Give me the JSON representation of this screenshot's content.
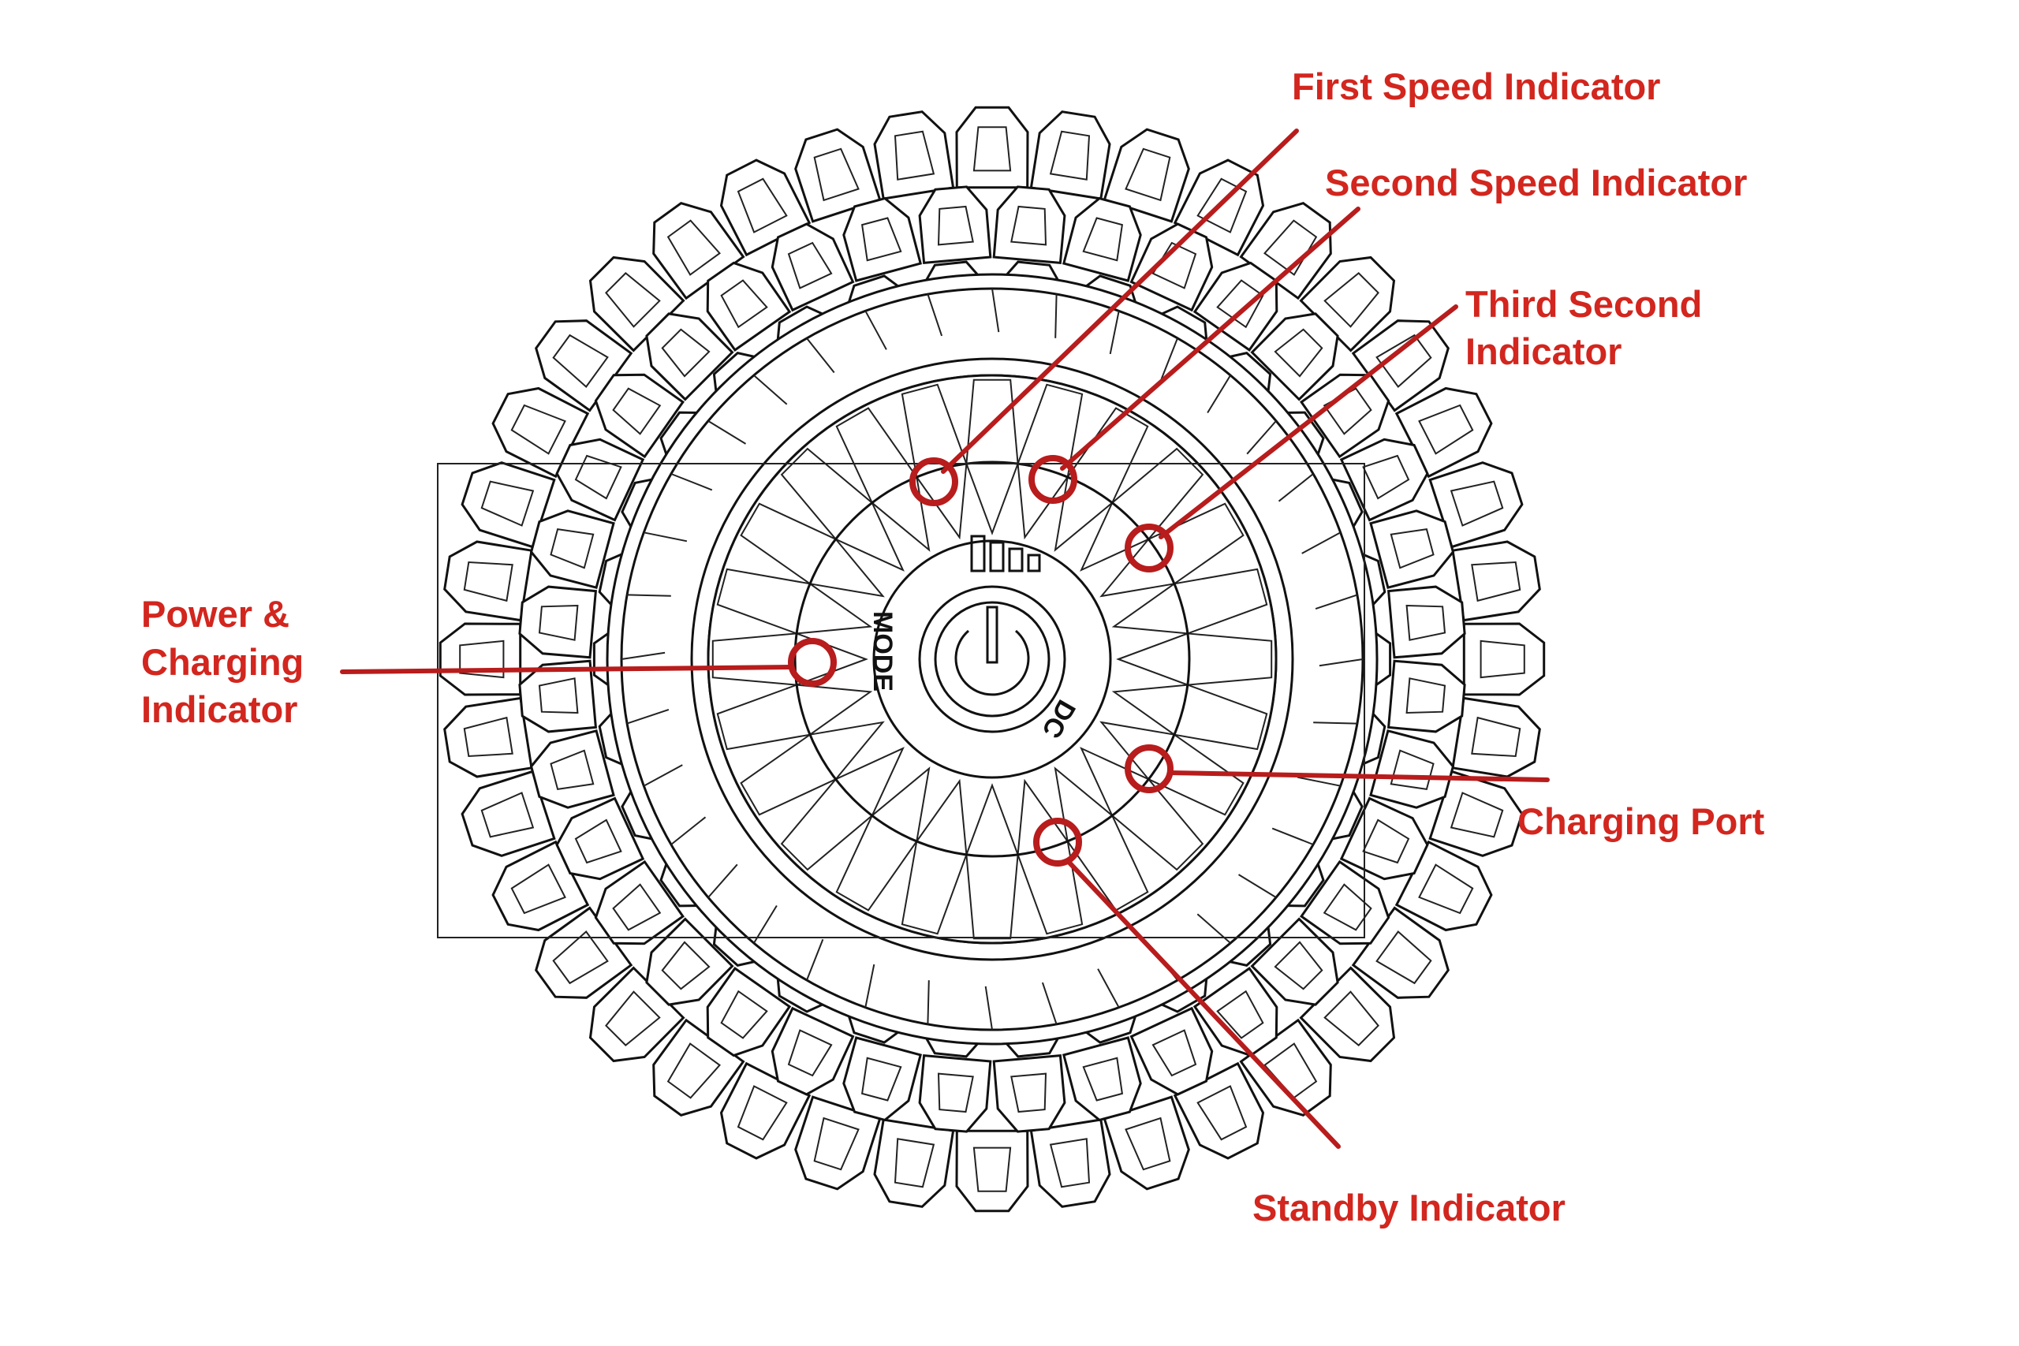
{
  "diagram": {
    "device_markings": {
      "mode": "MODE",
      "dc": "DC"
    },
    "callouts": [
      {
        "id": "first-speed",
        "lines": [
          "First Speed Indicator"
        ]
      },
      {
        "id": "second-speed",
        "lines": [
          "Second Speed Indicator"
        ]
      },
      {
        "id": "third-speed",
        "lines": [
          "Third Second",
          "Indicator"
        ]
      },
      {
        "id": "power-charging",
        "lines": [
          "Power &",
          "Charging",
          "Indicator"
        ]
      },
      {
        "id": "charging-port",
        "lines": [
          "Charging Port"
        ]
      },
      {
        "id": "standby",
        "lines": [
          "Standby Indicator"
        ]
      }
    ],
    "colors": {
      "callout": "#d2261e",
      "leader": "#b81c1c",
      "ink": "#111111"
    }
  }
}
